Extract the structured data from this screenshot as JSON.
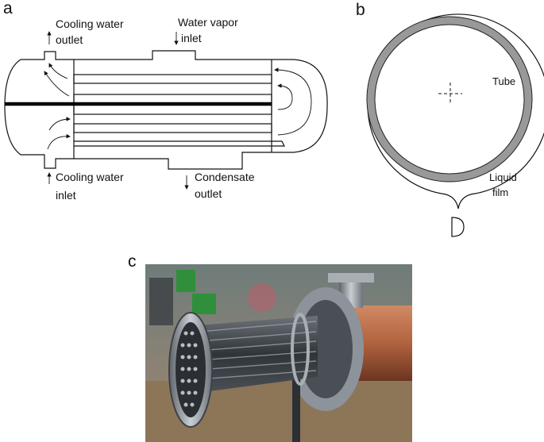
{
  "panels": {
    "a": "a",
    "b": "b",
    "c": "c"
  },
  "diagram_a": {
    "cooling_water_outlet_line1": "Cooling water",
    "cooling_water_outlet_line2": "outlet",
    "water_vapor_inlet_line1": "Water vapor",
    "water_vapor_inlet_line2": "inlet",
    "cooling_water_inlet_line1": "Cooling water",
    "cooling_water_inlet_line2": "inlet",
    "condensate_outlet_line1": "Condensate",
    "condensate_outlet_line2": "outlet"
  },
  "diagram_b": {
    "tube_label": "Tube",
    "liquid_film_line1": "Liquid",
    "liquid_film_line2": "film"
  },
  "photo_c": {
    "colors": {
      "pipe_rust": "#b0633f",
      "flange_steel": "#9aa0a6",
      "tube_dark": "#3d4248",
      "background_green": "#2f8f3a"
    }
  }
}
